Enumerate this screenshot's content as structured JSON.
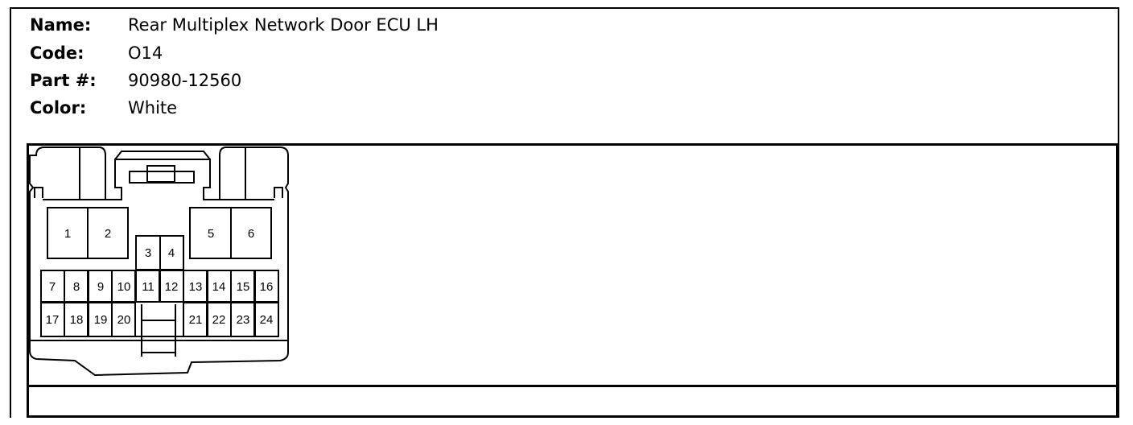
{
  "header": {
    "name_label": "Name:",
    "name_value": "Rear Multiplex Network Door ECU LH",
    "code_label": "Code:",
    "code_value": "O14",
    "part_label": "Part #:",
    "part_value": "90980-12560",
    "color_label": "Color:",
    "color_value": "White"
  },
  "pins": {
    "p1": "1",
    "p2": "2",
    "p3": "3",
    "p4": "4",
    "p5": "5",
    "p6": "6",
    "p7": "7",
    "p8": "8",
    "p9": "9",
    "p10": "10",
    "p11": "11",
    "p12": "12",
    "p13": "13",
    "p14": "14",
    "p15": "15",
    "p16": "16",
    "p17": "17",
    "p18": "18",
    "p19": "19",
    "p20": "20",
    "p21": "21",
    "p22": "22",
    "p23": "23",
    "p24": "24"
  }
}
